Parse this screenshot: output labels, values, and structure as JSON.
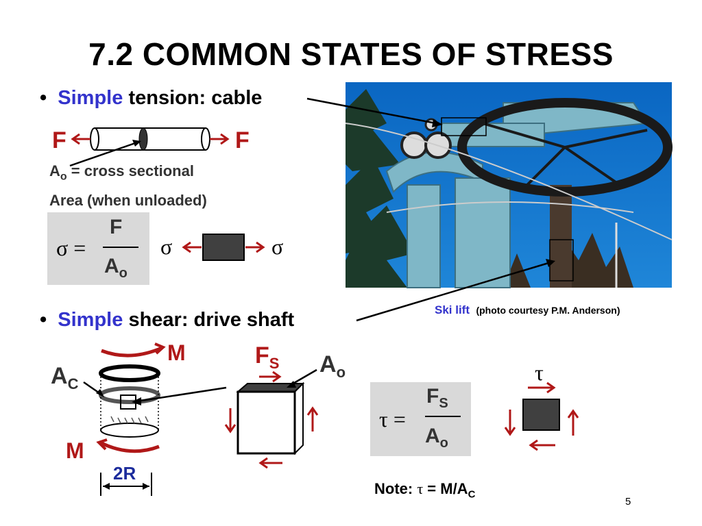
{
  "title": "7.2 COMMON STATES OF STRESS",
  "bullet1": {
    "prefix": "Simple",
    "rest": "tension:  cable"
  },
  "tension": {
    "force_left": "F",
    "force_right": "F",
    "area_line1": "A",
    "area_sub": "o",
    "area_line1_rest": " = cross sectional",
    "area_line2": "Area (when unloaded)",
    "formula_lhs": "σ =",
    "formula_num": "F",
    "formula_den": "A",
    "formula_den_sub": "o",
    "sigma_left": "σ",
    "sigma_right": "σ"
  },
  "photo": {
    "caption_main": "Ski lift",
    "caption_credit": "(photo courtesy P.M. Anderson)"
  },
  "bullet2": {
    "prefix": "Simple",
    "rest": "shear:  drive shaft"
  },
  "shear": {
    "moment_top": "M",
    "moment_bottom": "M",
    "ac_label": "A",
    "ac_sub": "C",
    "diameter_label": "2R",
    "fs_label": "F",
    "fs_sub": "S",
    "ao_label": "A",
    "ao_sub": "o",
    "formula_lhs": "τ =",
    "formula_num": "F",
    "formula_num_sub": "S",
    "formula_den": "A",
    "formula_den_sub": "o",
    "tau_label": "τ",
    "note_prefix": "Note:  ",
    "note_tau": "τ",
    "note_mid": " = M/A",
    "note_sub": "C"
  },
  "page_number": "5",
  "colors": {
    "accent_blue": "#3333cc",
    "force_red": "#b01818",
    "formula_bg": "#d9d9d9"
  }
}
